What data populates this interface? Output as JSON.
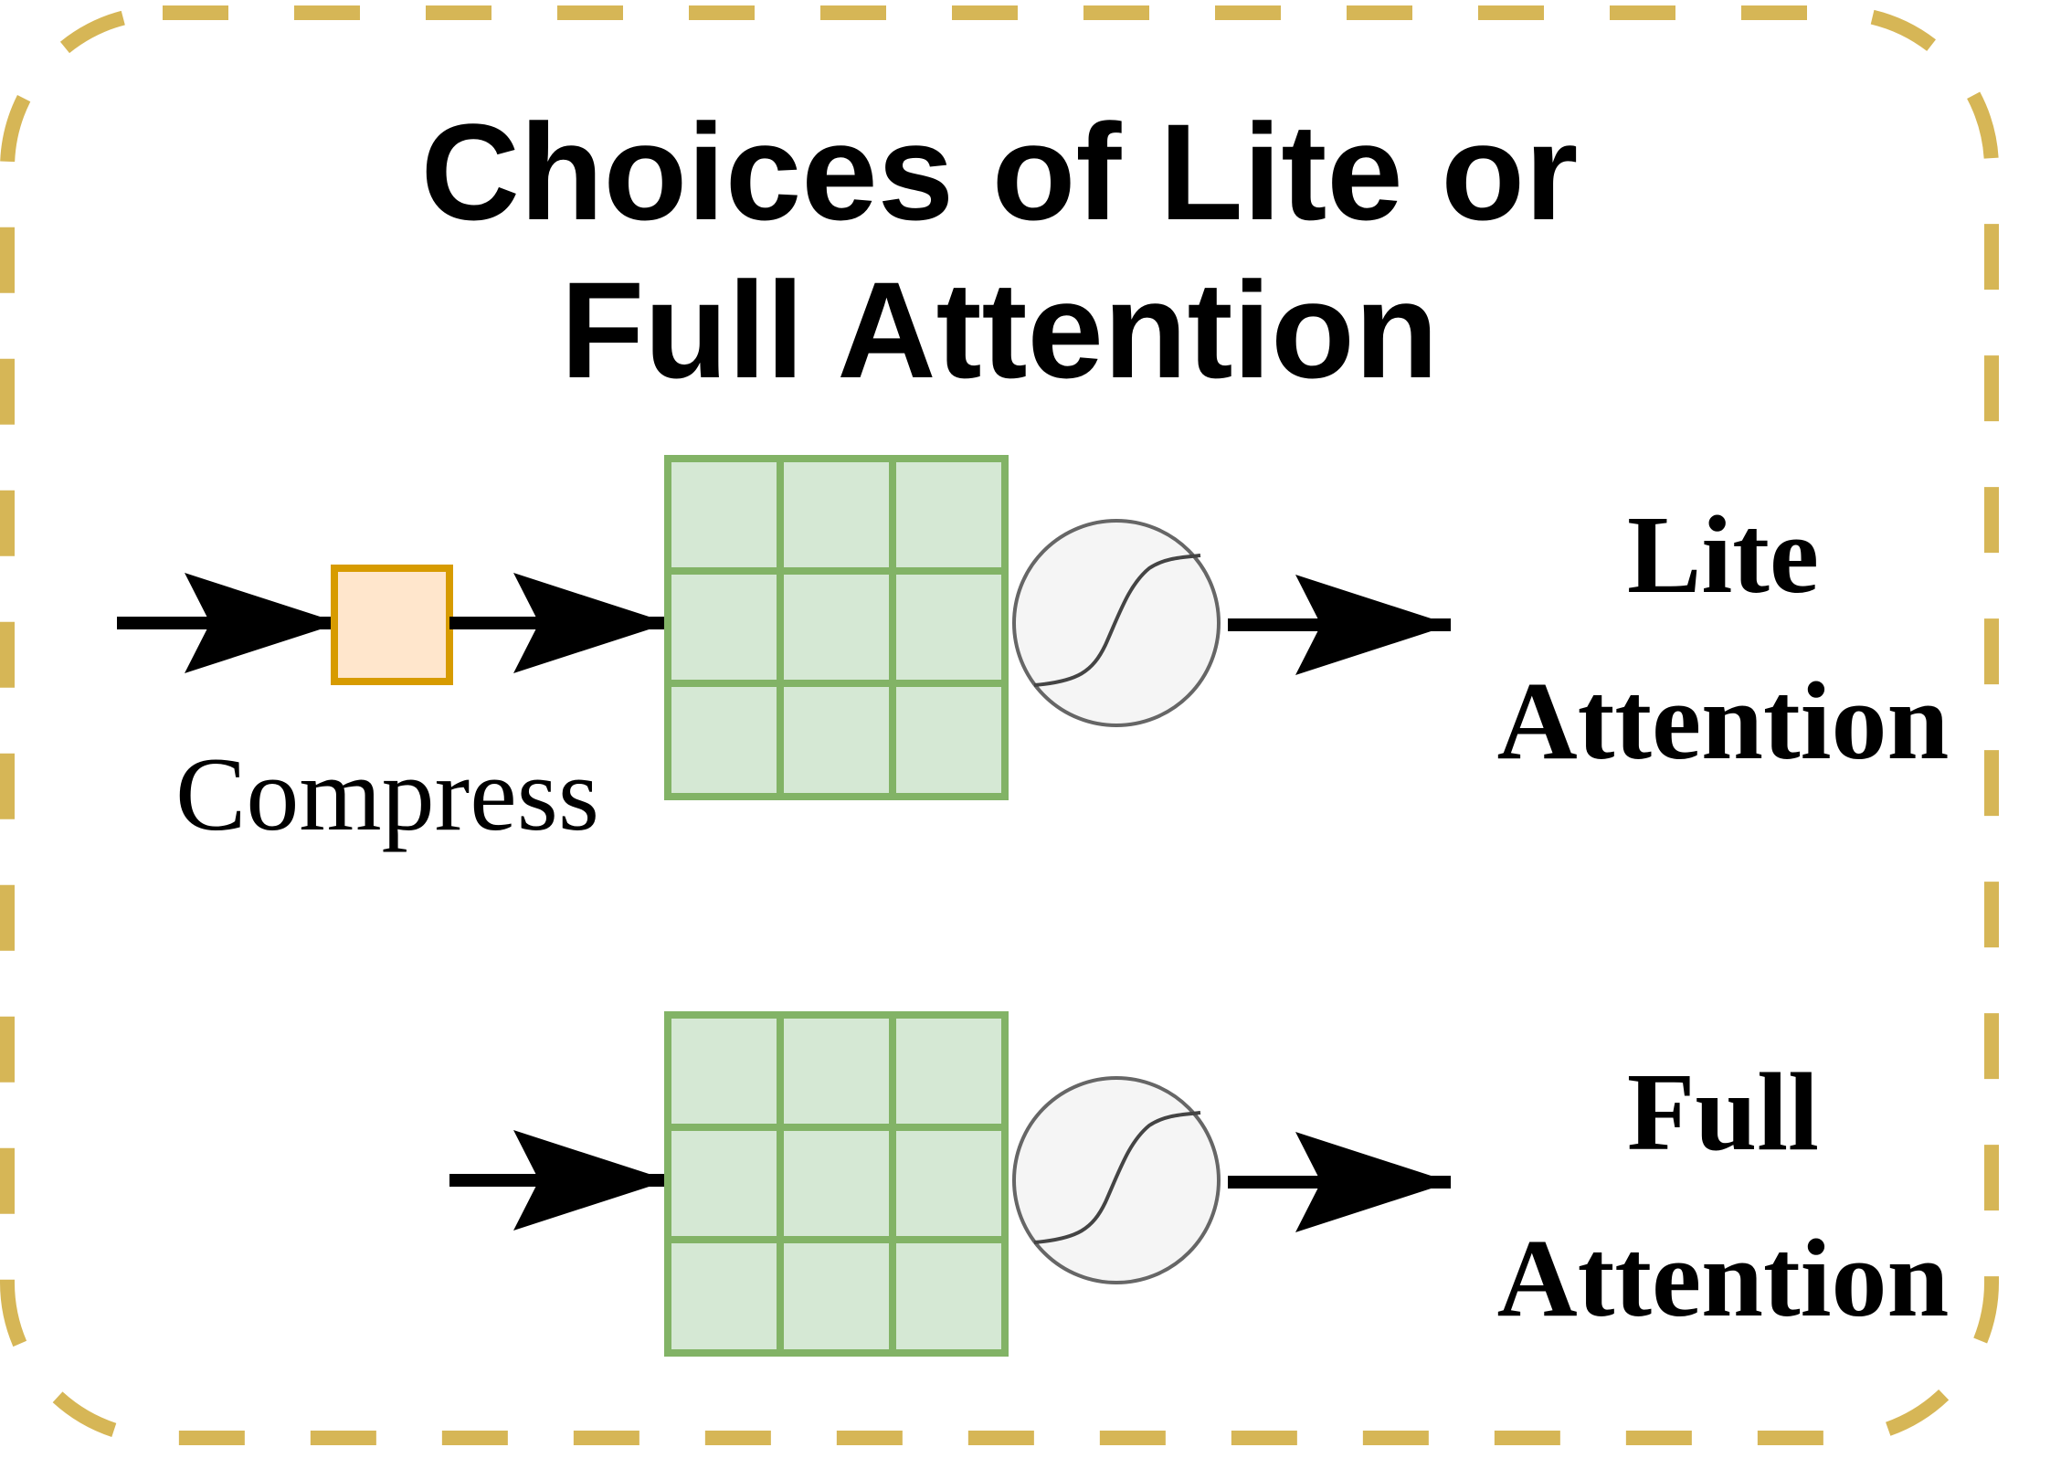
{
  "title": {
    "line1": "Choices of Lite or",
    "line2": "Full Attention"
  },
  "lite_branch": {
    "compress_label": "Compress",
    "output_label_line1": "Lite",
    "output_label_line2": "Attention"
  },
  "full_branch": {
    "output_label_line1": "Full",
    "output_label_line2": "Attention"
  },
  "colors": {
    "dashed_border": "#D6B656",
    "grid_fill": "#D5E8D4",
    "grid_stroke": "#82B366",
    "compress_fill": "#FFE6CC",
    "compress_stroke": "#D79B00",
    "sigmoid_fill": "#F5F5F5",
    "sigmoid_stroke": "#666666",
    "arrow": "#000000"
  },
  "icons": {
    "compress_block": "square",
    "attention_matrix": "3x3-grid",
    "activation": "sigmoid-circle",
    "arrow": "right-arrow"
  }
}
